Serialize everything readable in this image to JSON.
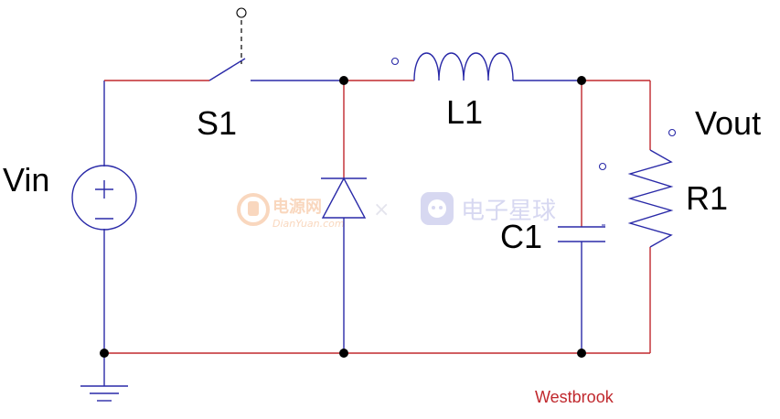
{
  "labels": {
    "vin": "Vin",
    "s1": "S1",
    "l1": "L1",
    "c1": "C1",
    "r1": "R1",
    "vout": "Vout"
  },
  "credit": "Westbrook",
  "watermark": {
    "left_brand": "电源网",
    "left_url": "DianYuan.com",
    "separator": "×",
    "right_brand": "电子星球"
  },
  "colors": {
    "wire_red": "#c0282d",
    "wire_blue": "#2a2aa8",
    "watermark_orange": "#f5b88a",
    "watermark_blue": "#b7b9e6"
  }
}
